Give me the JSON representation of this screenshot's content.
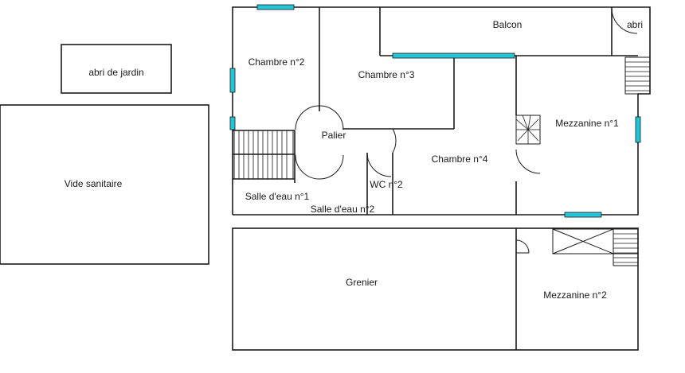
{
  "rooms": {
    "abri_jardin": "abri de jardin",
    "vide_sanitaire": "Vide sanitaire",
    "chambre_2": "Chambre n°2",
    "chambre_3": "Chambre n°3",
    "chambre_4": "Chambre n°4",
    "balcon": "Balcon",
    "abri": "abri",
    "palier": "Palier",
    "mezzanine_1": "Mezzanine n°1",
    "mezzanine_2": "Mezzanine n°2",
    "salle_eau_1": "Salle d'eau n°1",
    "salle_eau_2": "Salle d'eau n°2",
    "wc_2": "WC n°2",
    "grenier": "Grenier"
  },
  "colors": {
    "window": "#22c6d6",
    "wall": "#1a1a1a"
  }
}
